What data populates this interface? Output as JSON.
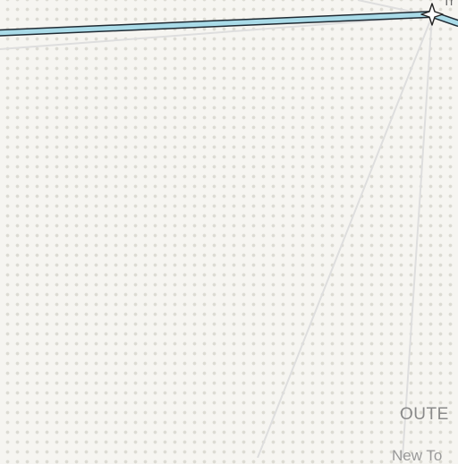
{
  "map": {
    "colors": {
      "background": "#f6f5f1",
      "dot": "#dcdbd3",
      "highway_fill": "#a9dbe8",
      "highway_casing": "#1f2a33",
      "minor_road": "#dedede",
      "marker_fill": "#ffffff",
      "marker_stroke": "#222222"
    },
    "labels": {
      "place_partial": "Tr",
      "region_partial": "OUTE",
      "locality_partial": "New To"
    },
    "markers": [
      {
        "name": "junction-star-icon"
      }
    ]
  }
}
